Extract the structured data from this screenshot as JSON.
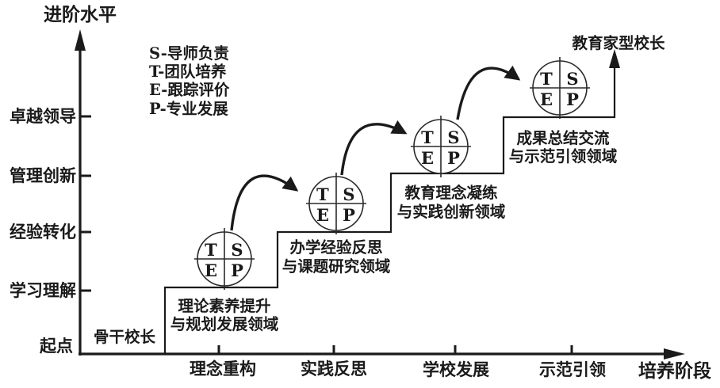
{
  "diagram_title_implicit": "Principal development staircase diagram",
  "colors": {
    "ink": "#1a1a1a",
    "background": "#ffffff"
  },
  "y_axis": {
    "title": "进阶水平",
    "labels": [
      "卓越领导",
      "管理创新",
      "经验转化",
      "学习理解",
      "起点"
    ]
  },
  "x_axis": {
    "title": "培养阶段",
    "labels": [
      "理念重构",
      "实践反思",
      "学校发展",
      "示范引领"
    ]
  },
  "legend": {
    "items": [
      "S-导师负责",
      "T-团队培养",
      "E-跟踪评价",
      "P-专业发展"
    ]
  },
  "start_label": "骨干校长",
  "end_label": "教育家型校长",
  "circle_letters": {
    "tl": "T",
    "tr": "S",
    "bl": "E",
    "br": "P"
  },
  "steps": [
    {
      "line1": "理论素养提升",
      "line2": "与规划发展领域"
    },
    {
      "line1": "办学经验反思",
      "line2": "与课题研究领域"
    },
    {
      "line1": "教育理念凝练",
      "line2": "与实践创新领域"
    },
    {
      "line1": "成果总结交流",
      "line2": "与示范引领领域"
    }
  ]
}
